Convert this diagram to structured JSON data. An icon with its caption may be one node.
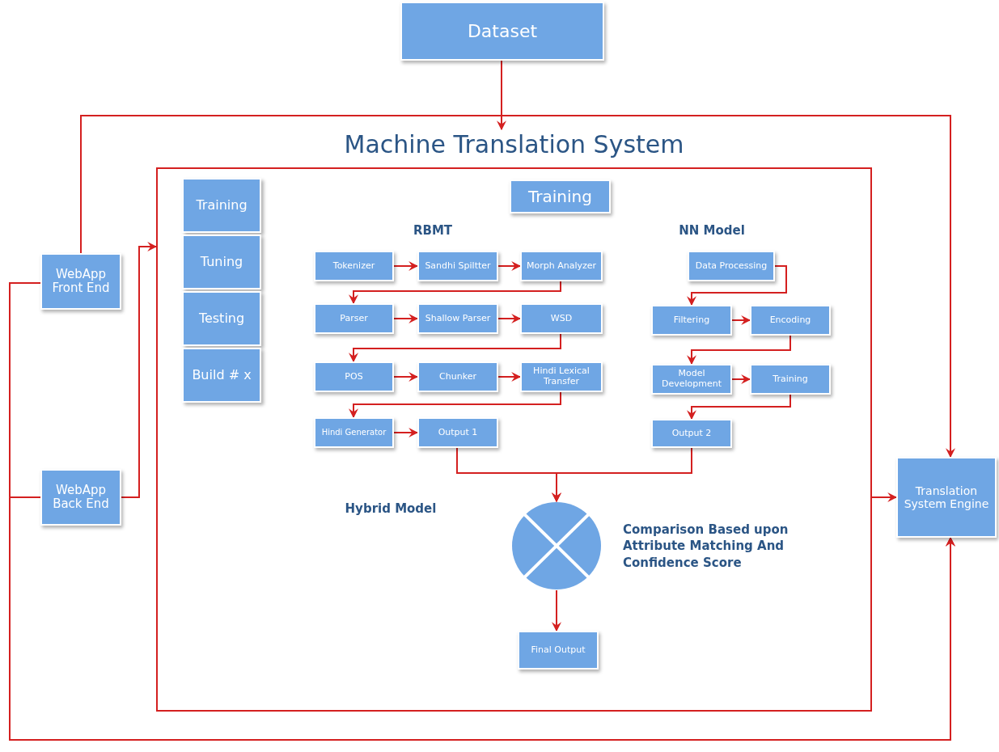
{
  "diagram": {
    "nodes": [
      {
        "text": [
          "Dataset"
        ]
      },
      {
        "text": [
          "Machine Translation System"
        ]
      },
      {
        "text": [
          "WebApp Front End"
        ]
      },
      {
        "text": [
          "WebApp Back End"
        ]
      },
      {
        "text": [
          "Translation System Engine"
        ]
      },
      {
        "text": [
          "Training"
        ],
        "in": 1
      },
      {
        "text": [
          "Tuning"
        ],
        "in": 1
      },
      {
        "text": [
          "Testing"
        ],
        "in": 1
      },
      {
        "text": [
          "Build # x"
        ],
        "in": 1
      },
      {
        "text": [
          "Training"
        ],
        "in": 1
      },
      {
        "text": [
          "Tokenizer"
        ],
        "in": 1
      },
      {
        "text": [
          "Sandhi Spiltter"
        ],
        "in": 1
      },
      {
        "text": [
          "Morph Analyzer"
        ],
        "in": 1
      },
      {
        "text": [
          "Parser"
        ],
        "in": 1
      },
      {
        "text": [
          "Shallow Parser"
        ],
        "in": 1
      },
      {
        "text": [
          "WSD"
        ],
        "in": 1
      },
      {
        "text": [
          "POS"
        ],
        "in": 1
      },
      {
        "text": [
          "Chunker"
        ],
        "in": 1
      },
      {
        "text": [
          "Hindi Lexical Transfer"
        ],
        "in": 1
      },
      {
        "text": [
          "Hindi Generator"
        ],
        "in": 1
      },
      {
        "text": [
          "Output 1"
        ],
        "in": 1
      },
      {
        "text": [
          "Data Processing"
        ],
        "in": 1
      },
      {
        "text": [
          "Filtering"
        ],
        "in": 1
      },
      {
        "text": [
          "Encoding"
        ],
        "in": 1
      },
      {
        "text": [
          "Model Development"
        ],
        "in": 1
      },
      {
        "text": [
          "Training"
        ],
        "in": 1
      },
      {
        "text": [
          "Output 2"
        ],
        "in": 1
      },
      {
        "text": [],
        "shape": "circle",
        "in": 1,
        "beside": [
          "Comparison Based upon Attribute Matching And Confidence Score"
        ]
      },
      {
        "text": [
          "Final Output"
        ],
        "in": 1
      }
    ],
    "edges": [
      {
        "from": 0,
        "to": 1,
        "arrow": "to"
      },
      {
        "from": 2,
        "to": 4,
        "arrow": "to"
      },
      {
        "from": 2,
        "to": 4,
        "arrow": "to"
      },
      {
        "from": 3,
        "to": 4,
        "arrow": "to"
      },
      {
        "from": 3,
        "to": 1,
        "arrow": "to"
      },
      {
        "from": 1,
        "to": 4,
        "arrow": "to"
      },
      {
        "from": 10,
        "to": 11,
        "arrow": "to"
      },
      {
        "from": 11,
        "to": 12,
        "arrow": "to"
      },
      {
        "from": 12,
        "to": 13,
        "arrow": "to"
      },
      {
        "from": 13,
        "to": 14,
        "arrow": "to"
      },
      {
        "from": 14,
        "to": 15,
        "arrow": "to"
      },
      {
        "from": 15,
        "to": 16,
        "arrow": "to"
      },
      {
        "from": 16,
        "to": 17,
        "arrow": "to"
      },
      {
        "from": 17,
        "to": 18,
        "arrow": "to"
      },
      {
        "from": 18,
        "to": 19,
        "arrow": "to"
      },
      {
        "from": 19,
        "to": 20,
        "arrow": "to"
      },
      {
        "from": 21,
        "to": 22,
        "arrow": "to"
      },
      {
        "from": 22,
        "to": 23,
        "arrow": "to"
      },
      {
        "from": 23,
        "to": 24,
        "arrow": "to"
      },
      {
        "from": 24,
        "to": 25,
        "arrow": "to"
      },
      {
        "from": 25,
        "to": 26,
        "arrow": "to"
      },
      {
        "from": 20,
        "to": 27,
        "arrow": "to"
      },
      {
        "from": 26,
        "to": 27,
        "arrow": "to"
      },
      {
        "from": 27,
        "to": 28,
        "arrow": "to"
      }
    ],
    "labels": [
      "RBMT",
      "NN Model",
      "Hybrid Model"
    ]
  }
}
